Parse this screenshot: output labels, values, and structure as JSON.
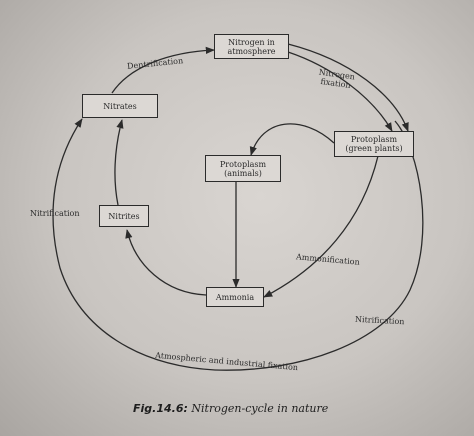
{
  "nodes": {
    "atmosphere_line1": "Nitrogen in",
    "atmosphere_line2": "atmosphere",
    "nitrates": "Nitrates",
    "nitrites": "Nitrites",
    "plants_line1": "Protoplasm",
    "plants_line2": "(green plants)",
    "animals_line1": "Protoplasm",
    "animals_line2": "(animals)",
    "ammonia": "Ammonia"
  },
  "labels": {
    "denitrification": "Dentrification",
    "fixation_line1": "Nitrogen",
    "fixation_line2": "fixation",
    "nitrification_left": "Nitrification",
    "ammonification": "Ammonification",
    "nitrification_right": "Nitrification",
    "atmospheric_fixation": "Atmospheric and industrial fixation"
  },
  "caption": {
    "number": "Fig.14.6:",
    "title": "Nitrogen-cycle in nature"
  }
}
